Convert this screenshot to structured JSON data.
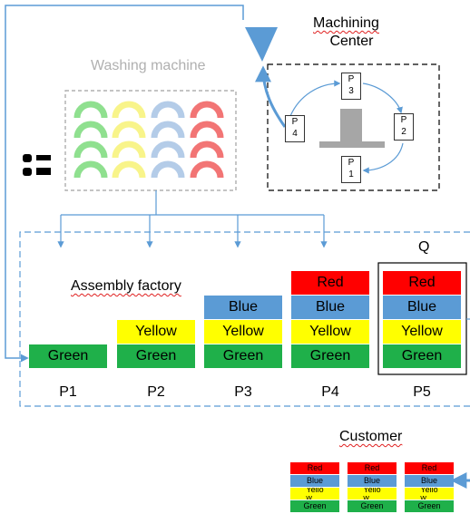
{
  "labels": {
    "machining_center": [
      "Machining",
      "Center"
    ],
    "washing_machine": "Washing machine",
    "assembly_factory": "Assembly factory",
    "customer": "Customer",
    "q": "Q"
  },
  "machine_positions": [
    {
      "line1": "P",
      "line2": "3"
    },
    {
      "line1": "P",
      "line2": "4"
    },
    {
      "line1": "P",
      "line2": "2"
    },
    {
      "line1": "P",
      "line2": "1"
    }
  ],
  "washing_colors": [
    "#8fe08f",
    "#f8f48a",
    "#b4cce8",
    "#f27575"
  ],
  "stacks": [
    {
      "position": "P1",
      "blocks": [
        "Green"
      ]
    },
    {
      "position": "P2",
      "blocks": [
        "Green",
        "Yellow"
      ]
    },
    {
      "position": "P3",
      "blocks": [
        "Green",
        "Yellow",
        "Blue"
      ]
    },
    {
      "position": "P4",
      "blocks": [
        "Green",
        "Yellow",
        "Blue",
        "Red"
      ]
    },
    {
      "position": "P5",
      "blocks": [
        "Green",
        "Yellow",
        "Blue",
        "Red"
      ]
    }
  ],
  "block_colors": {
    "Green": "#1fb04a",
    "Yellow": "#ffff00",
    "Blue": "#5b9bd5",
    "Red": "#ff0000"
  },
  "customer_units": [
    {
      "blocks": [
        "Green",
        "Yello\nw",
        "Blue",
        "Red"
      ]
    },
    {
      "blocks": [
        "Green",
        "Yello\nw",
        "Blue",
        "Red"
      ]
    },
    {
      "blocks": [
        "Green",
        "Yello\nw",
        "Blue",
        "Red"
      ]
    }
  ],
  "colors": {
    "line": "#5b9bd5",
    "dash_box": "#000000",
    "washing_border": "#a0a0a0",
    "pedestal": "#a6a6a6"
  }
}
